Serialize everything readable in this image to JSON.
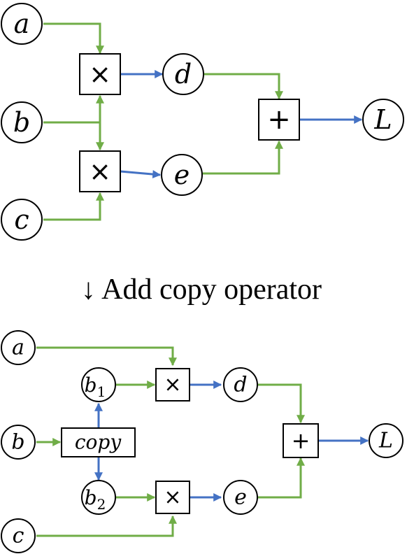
{
  "colors": {
    "green_edge": "#70ad47",
    "blue_edge": "#4472c4"
  },
  "caption": "↓ Add copy operator",
  "top": {
    "inputs": [
      "a",
      "b",
      "c"
    ],
    "ops": {
      "mul1": "×",
      "mul2": "×",
      "add": "+"
    },
    "intermediates": [
      "d",
      "e"
    ],
    "output": "L"
  },
  "bottom": {
    "inputs": [
      "a",
      "b",
      "c"
    ],
    "copy_op": "copy",
    "copies": [
      {
        "base": "b",
        "sub": "1"
      },
      {
        "base": "b",
        "sub": "2"
      }
    ],
    "ops": {
      "mul1": "×",
      "mul2": "×",
      "add": "+"
    },
    "intermediates": [
      "d",
      "e"
    ],
    "output": "L"
  }
}
